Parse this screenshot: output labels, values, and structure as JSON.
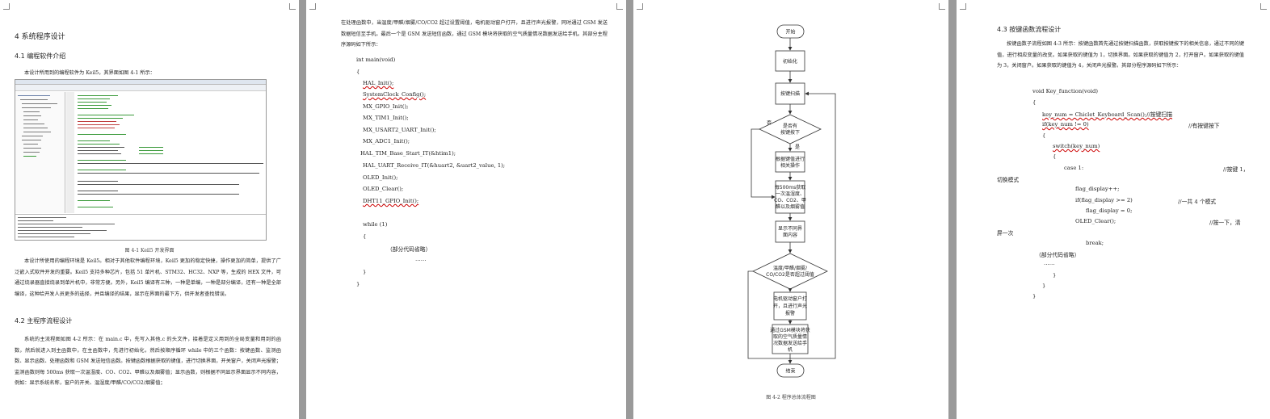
{
  "page1": {
    "heading_chapter": "4 系统程序设计",
    "heading_4_1": "4.1 编程软件介绍",
    "intro_para": "本设计所用到的编程软件为 Keil5，其界面如图 4-1 所示：",
    "figure_caption": "图 4-1 Keil5 开发界面",
    "keil_para": "本设计所使用的编程环境是 Keil5。相对于其他软件编程环境，Keil5 更加的稳定快捷，操作更加的简单，提供了广泛嵌入式软件开发的重要。Keil5 支持多种芯片，包括 51 单片机、STM32、HC32、NXP 等，生成的 HEX 文件，可通过烧录器直接烧录到单片机中，非常方便。另外，Keil5 编译有三种，一种是单编，一种是部分编译，还有一种是全部编译，这种给开发人员更多的选择，并且编译的结果，显示在界面的最下方，供开发者查找错误。",
    "heading_4_2": "4.2 主程序流程设计",
    "main_para": "系统的主流程图如图 4-2 所示：在 main.c 中，先写入其他.c 的头文件，接着是定义用到的全局变量和用到的函数，然后就进入到主函数中，在主函数中，先进行初始化，然后按顺序循环 while 中的三个函数：按键函数、监测函数、显示函数、处理函数和 GSM 发送短信函数。按键函数根据获取的键值，进行切换界面，开关窗户，关闭声光报警；监测函数则每 500ms 获取一次温湿度、CO、CO2、甲醛以及烟雾值；显示函数，则根据不同显示界面显示不同内容，例如：显示系统名称，窗户的开关、温湿度/甲醛/CO/CO2/烟雾值；"
  },
  "page2": {
    "top_para": "在处理函数中，当温度/甲醛/烟雾/CO/CO2 超过设置阈值，电机驱动窗户打开，且进行声光报警，同时通过 GSM 发送数据短信至手机。最后一个是 GSM 发送短信函数，通过 GSM 模块将获取的空气质量情况数据发送给手机。其部分主程序源码如下所示：",
    "code_lines": [
      "int main(void)",
      "{",
      "HAL_Init();",
      "SystemClock_Config();",
      "MX_GPIO_Init();",
      "MX_TIM1_Init();",
      "MX_USART2_UART_Init();",
      "MX_ADC1_Init();",
      "HAL_TIM_Base_Start_IT(&htim1);",
      "HAL_UART_Receive_IT(&huart2, &uart2_value, 1);",
      "OLED_Init();",
      "OLED_Clear();",
      "DHT11_GPIO_Init();",
      "while (1)",
      "{",
      "（部分代码省略）",
      "……",
      "}",
      "}"
    ]
  },
  "page3": {
    "flow_start": "开始",
    "flow_init": "初始化",
    "flow_scan": "按键扫描",
    "flow_decision1": [
      "是否有",
      "按键按下"
    ],
    "flow_no": "否",
    "flow_yes": "是",
    "flow_key_op": [
      "根据键值进行",
      "相关操作"
    ],
    "flow_monitor": [
      "每500ms获取",
      "一次温湿度、",
      "CO、CO2、甲",
      "醛以及烟雾值"
    ],
    "flow_display": [
      "显示不同界",
      "面内容"
    ],
    "flow_decision2": [
      "温度/甲醛/烟雾/",
      "CO/CO2是否超过阈值"
    ],
    "flow_alarm": [
      "电机驱动窗户打",
      "开，且进行声光",
      "报警"
    ],
    "flow_gsm": [
      "通过GSM模块将获",
      "取的空气质量情",
      "况数据发送给手",
      "机"
    ],
    "flow_end": "结束",
    "figure_caption": "图 4-2    程序总体流程图"
  },
  "page4": {
    "heading_4_3": "4.3  按键函数流程设计",
    "para": "按键函数子流程如图 4-3 所示：按键函数首先通过按键扫描函数，获取按键按下的相关信息，通过不同的键值，进行相应变量的改变。如果获取的键值为 1，切换界面。如果获取的键值为 2，打开窗户。如果获取的键值为 3，关闭窗户。如果获取的键值为 4，关闭声光报警。其部分程序源码如下所示：",
    "code": {
      "l1": "void Key_function(void)",
      "l2": "{",
      "l3": "key_num = Chiclet_Keyboard_Scan();//按键扫描",
      "l4": "if(key_num != 0)",
      "l4c": "//有按键按下",
      "l5": "{",
      "l6": "switch(key_num)",
      "l7": "{",
      "l8": "case 1:",
      "l8c": "//按键 1，",
      "l8w": "切换模式",
      "l9": "flag_display++;",
      "l10": "if(flag_display >= 2)",
      "l10c": "//一共 4 个模式",
      "l11": "flag_display = 0;",
      "l12": "OLED_Clear();",
      "l12c": "//按一下，清",
      "l12w": "屏一次",
      "l13": "break;",
      "l14": "（部分代码省略）",
      "l15": "……",
      "l16": "}",
      "l17": "}",
      "l18": "}"
    }
  }
}
